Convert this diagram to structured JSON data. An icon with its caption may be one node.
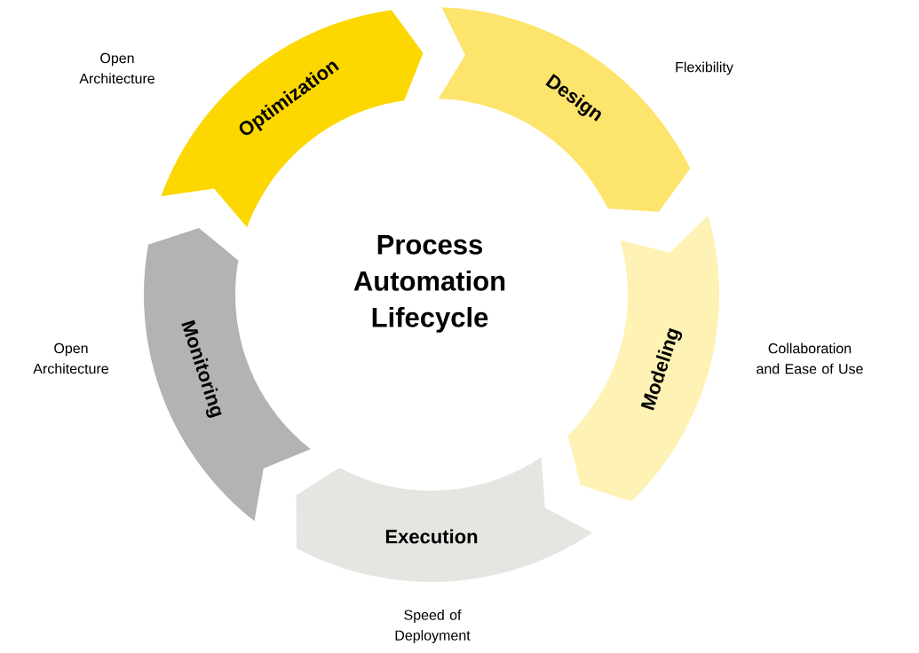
{
  "diagram": {
    "title": "Process Automation Lifecycle",
    "nodes": [
      {
        "text": [
          "Optimization"
        ],
        "beside": [
          "Open Architecture"
        ]
      },
      {
        "text": [
          "Design"
        ],
        "beside": [
          "Flexibility"
        ]
      },
      {
        "text": [
          "Modeling"
        ],
        "beside": [
          "Collaboration and Ease of Use"
        ]
      },
      {
        "text": [
          "Execution"
        ],
        "beside": [
          "Speed of Deployment"
        ]
      },
      {
        "text": [
          "Monitoring"
        ],
        "beside": [
          "Open Architecture"
        ]
      }
    ]
  }
}
